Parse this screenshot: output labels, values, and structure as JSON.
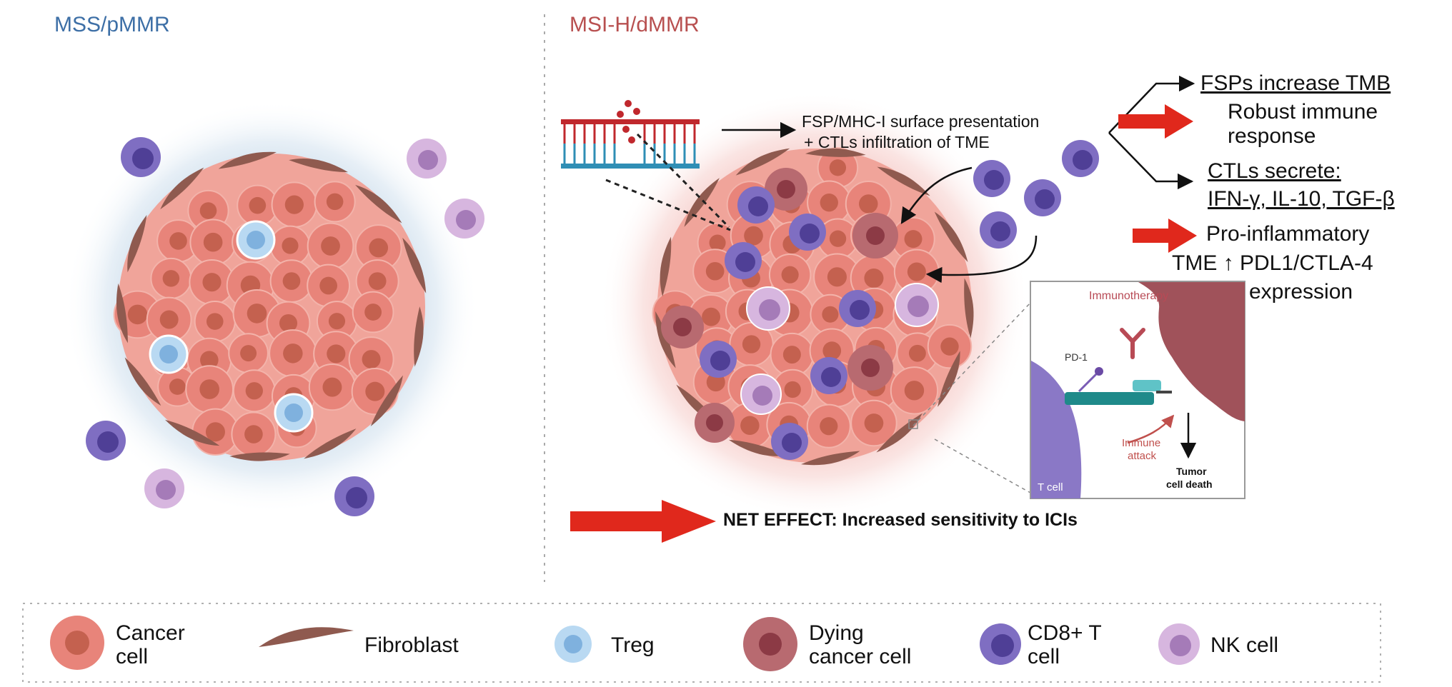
{
  "panels": {
    "left_title": "MSS/pMMR",
    "right_title": "MSI-H/dMMR"
  },
  "mechanism": {
    "presentation_line1": "FSP/MHC-I surface presentation",
    "presentation_line2": "+ CTLs infiltration of TME",
    "fsp_tmb": "FSPs increase TMB",
    "robust_line1": "Robust immune",
    "robust_line2": "response",
    "ctl_secrete": "CTLs secrete:",
    "cytokines": "IFN-γ, IL-10, TGF-β",
    "proinflam_line1": "Pro-inflammatory",
    "proinflam_line2": "TME ↑  PDL1/CTLA-4",
    "proinflam_line3": "expression"
  },
  "inset": {
    "immunotherapy": "Immunotherapy",
    "pd1": "PD-1",
    "immune_attack_line1": "Immune",
    "immune_attack_line2": "attack",
    "tumor_death_line1": "Tumor",
    "tumor_death_line2": "cell death",
    "tcell": "T cell"
  },
  "net_effect": "NET EFFECT: Increased sensitivity to ICIs",
  "legend": [
    {
      "key": "cancer",
      "line1": "Cancer",
      "line2": "cell"
    },
    {
      "key": "fibroblast",
      "line1": "Fibroblast",
      "line2": ""
    },
    {
      "key": "treg",
      "line1": "Treg",
      "line2": ""
    },
    {
      "key": "dying",
      "line1": "Dying",
      "line2": "cancer cell"
    },
    {
      "key": "cd8",
      "line1": "CD8+ T",
      "line2": "cell"
    },
    {
      "key": "nk",
      "line1": "NK cell",
      "line2": ""
    }
  ],
  "colors": {
    "mss_blue": "#3d6fa6",
    "msi_red": "#b85050",
    "arrow_red": "#e0281c",
    "cancer_fill": "#e8847a",
    "cancer_nucleus": "#c4614f",
    "fibroblast": "#8f5a4f",
    "treg_outer": "#b9d9f2",
    "treg_inner": "#7fb1de",
    "cd8_outer": "#7f6ec2",
    "cd8_inner": "#4f3f96",
    "nk_outer": "#d7b6df",
    "nk_inner": "#a57bb8",
    "dying": "#a84f5a",
    "tcell_purple": "#8a78c6",
    "tumor_maroon": "#a0525a"
  }
}
